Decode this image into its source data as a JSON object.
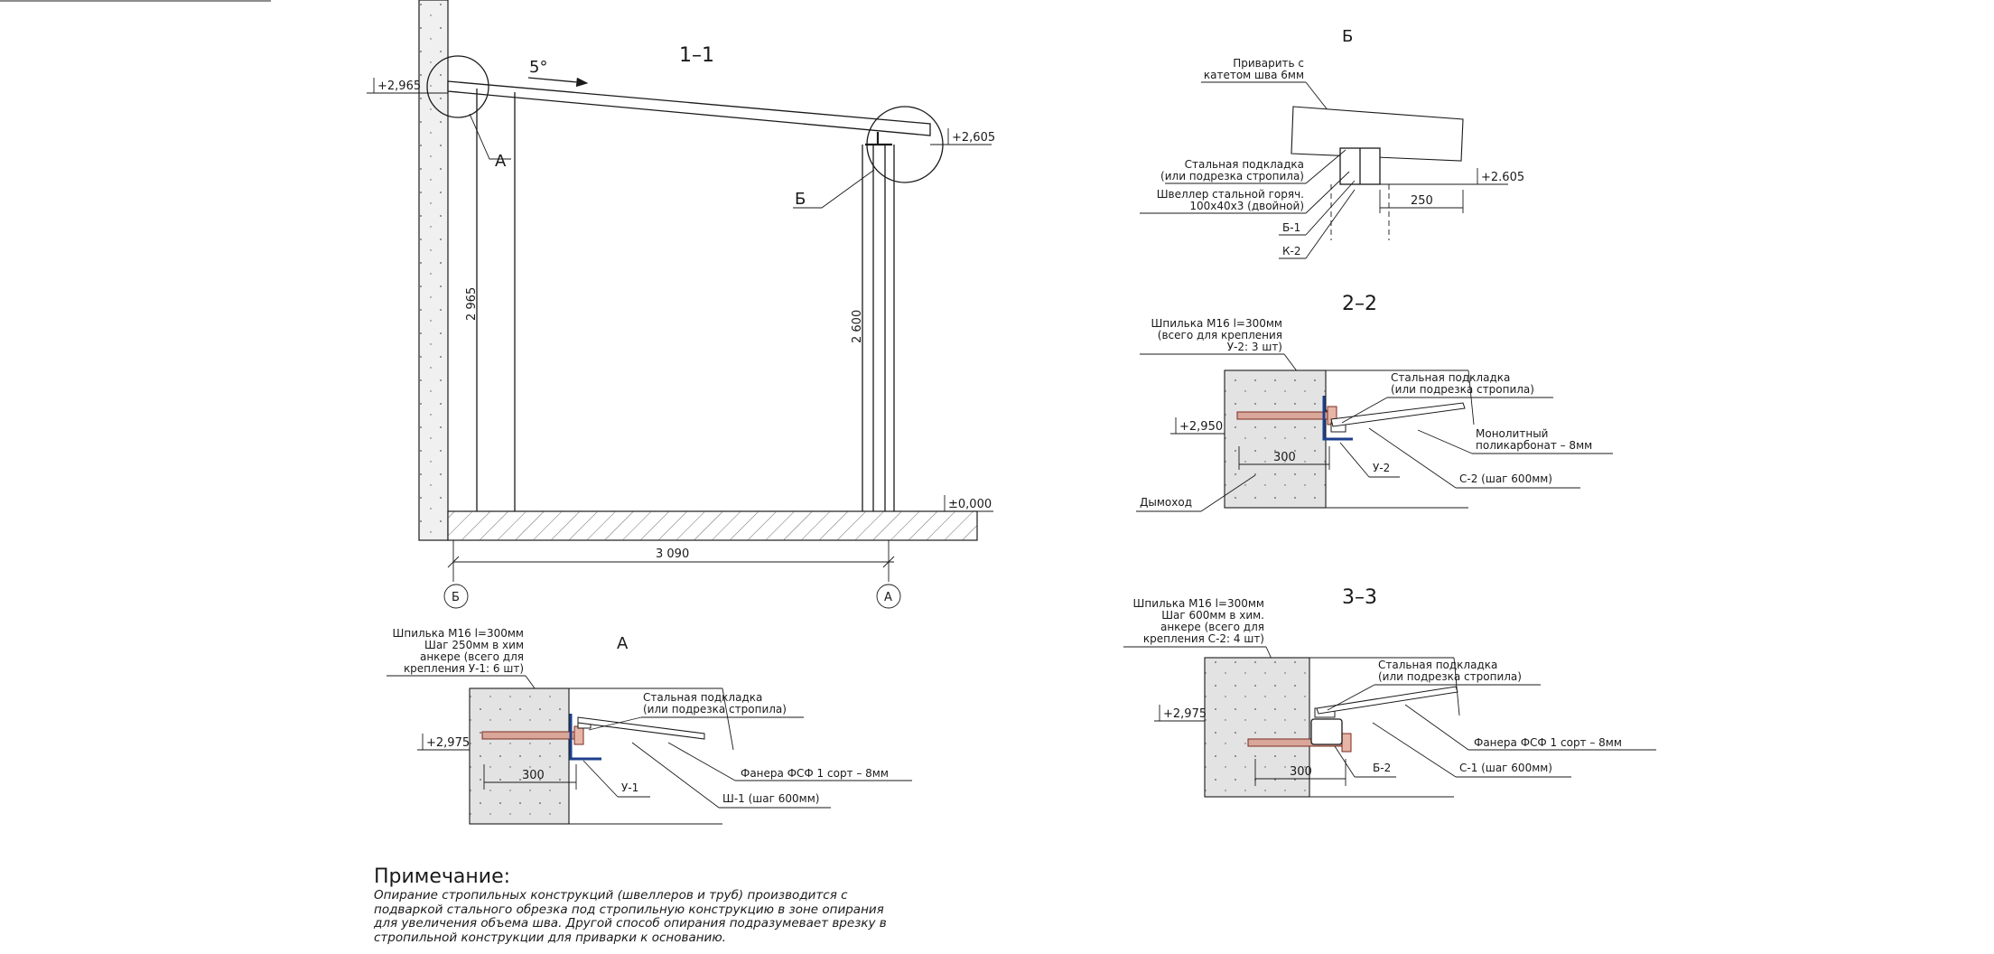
{
  "main_section": {
    "title": "1–1",
    "slope": "5°",
    "level_left": "+2,965",
    "level_right": "+2,605",
    "level_zero": "±0,000",
    "height_left": "2 965",
    "height_right": "2 600",
    "span": "3 090",
    "node_a": "А",
    "node_b": "Б",
    "axis_left": "Б",
    "axis_right": "А"
  },
  "detail_b": {
    "title": "Б",
    "weld_note": [
      "Приварить с",
      "катетом шва 6мм"
    ],
    "pad_label": [
      "Стальная подкладка",
      "(или подрезка стропила)"
    ],
    "channel_label": [
      "Швеллер стальной горяч.",
      "100х40х3 (двойной)"
    ],
    "mark_b1": "Б-1",
    "mark_k2": "К-2",
    "level": "+2.605",
    "dim": "250"
  },
  "section_22": {
    "title": "2–2",
    "stud_label": [
      "Шпилька М16 l=300мм",
      "(всего для крепления",
      "У-2: 3 шт)"
    ],
    "pad_label": [
      "Стальная подкладка",
      "(или подрезка стропила)"
    ],
    "poly_label": [
      "Монолитный",
      "поликарбонат – 8мм"
    ],
    "level": "+2,950",
    "dim": "300",
    "mark_u2": "У-2",
    "mark_c2": "С-2 (шаг 600мм)",
    "chimney": "Дымоход"
  },
  "detail_a": {
    "title": "А",
    "stud_label": [
      "Шпилька М16 l=300мм",
      "Шаг 250мм в хим",
      "анкере (всего для",
      "крепления У-1: 6 шт)"
    ],
    "pad_label": [
      "Стальная подкладка",
      "(или подрезка стропила)"
    ],
    "plywood_label": "Фанера ФСФ 1 сорт – 8мм",
    "level": "+2,975",
    "dim": "300",
    "mark_u1": "У-1",
    "mark_sh1": "Ш-1 (шаг 600мм)"
  },
  "section_33": {
    "title": "3–3",
    "stud_label": [
      "Шпилька М16 l=300мм",
      "Шаг 600мм в хим.",
      "анкере (всего для",
      "крепления С-2: 4 шт)"
    ],
    "pad_label": [
      "Стальная подкладка",
      "(или подрезка стропила)"
    ],
    "plywood_label": "Фанера ФСФ 1 сорт – 8мм",
    "level": "+2,975",
    "dim": "300",
    "mark_b2": "Б-2",
    "mark_c1": "С-1 (шаг 600мм)"
  },
  "note": {
    "title": "Примечание:",
    "lines": [
      "Опирание стропильных конструкций (швеллеров и труб) производится с",
      "подваркой стального обрезка под стропильную конструкцию в зоне опирания",
      "для увеличения объема шва. Другой способ опирания подразумевает врезку в",
      "стропильной конструкции для приварки к основанию."
    ]
  }
}
